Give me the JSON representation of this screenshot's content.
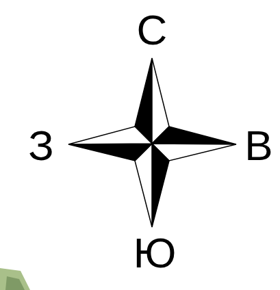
{
  "diagram": {
    "labels": [
      "С",
      "В",
      "Ю",
      "З"
    ]
  }
}
